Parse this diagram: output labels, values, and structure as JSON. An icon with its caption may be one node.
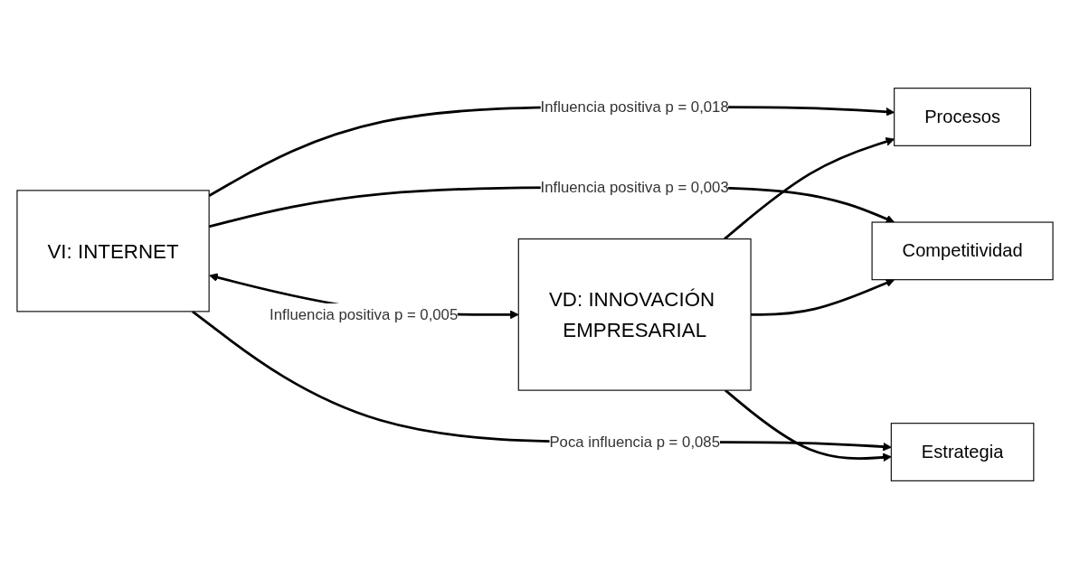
{
  "diagram": {
    "nodes": [
      {
        "text": [
          "VI: INTERNET"
        ]
      },
      {
        "text": [
          "Procesos"
        ]
      },
      {
        "text": [
          "Competitividad"
        ]
      },
      {
        "text": [
          "Estrategia"
        ]
      },
      {
        "text": [
          "VD: INNOVACIÓN EMPRESARIAL"
        ]
      }
    ],
    "edges": [
      {
        "from": 0,
        "to": 1,
        "arrow": "to",
        "label": "Influencia positiva p = 0,018"
      },
      {
        "from": 0,
        "to": 2,
        "arrow": "to",
        "label": "Influencia positiva p = 0,003"
      },
      {
        "from": 0,
        "to": 3,
        "arrow": "to",
        "label": "Poca influencia p = 0,085"
      },
      {
        "from": 4,
        "to": 1,
        "arrow": "to"
      },
      {
        "from": 4,
        "to": 2,
        "arrow": "to"
      },
      {
        "from": 4,
        "to": 3,
        "arrow": "to"
      },
      {
        "from": 0,
        "to": 4,
        "arrow": "both",
        "label": "Influencia positiva p = 0,005"
      }
    ]
  }
}
